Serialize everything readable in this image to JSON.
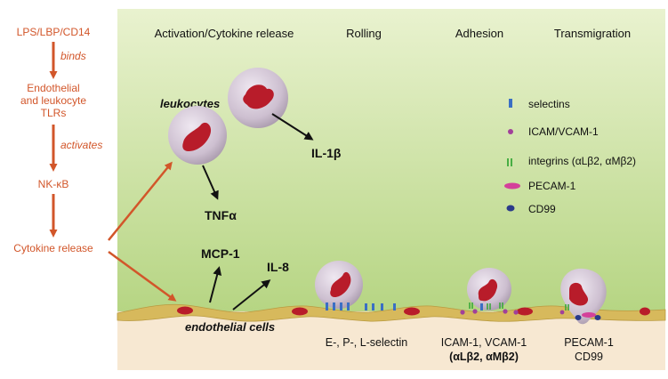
{
  "pathway": {
    "steps": [
      "LPS/LBP/CD14",
      "Endothelial",
      "and leukocyte",
      "TLRs",
      "NK-κB",
      "Cytokine release"
    ],
    "verbs": [
      "binds",
      "activates"
    ]
  },
  "stages": [
    "Activation/Cytokine release",
    "Rolling",
    "Adhesion",
    "Transmigration"
  ],
  "labels": {
    "leukocytes": "leukocytes",
    "endothelial": "endothelial cells",
    "tnf": "TNFα",
    "il1b": "IL-1β",
    "mcp1": "MCP-1",
    "il8": "IL-8"
  },
  "legend": [
    {
      "icon": "selectin-icon",
      "label": "selectins",
      "color": "#3a6fc4"
    },
    {
      "icon": "icam-icon",
      "label": "ICAM/VCAM-1",
      "color": "#a1409a"
    },
    {
      "icon": "integrin-icon",
      "label": "integrins (αLβ2, αMβ2)",
      "color": "#3aa83a"
    },
    {
      "icon": "pecam-icon",
      "label": "PECAM-1",
      "color": "#d4409a"
    },
    {
      "icon": "cd99-icon",
      "label": "CD99",
      "color": "#2a3a8a"
    }
  ],
  "bottom": {
    "rolling": "E-, P-, L-selectin",
    "adhesion1": "ICAM-1, VCAM-1",
    "adhesion2": "(αLβ2, αMβ2)",
    "trans1": "PECAM-1",
    "trans2": "CD99"
  },
  "colors": {
    "orange": "#d2562a",
    "panel_top": "#e8f0cc",
    "panel_bottom": "#a9cf6e",
    "floor": "#f6e6cf",
    "cell": "#c9bdcc",
    "nucleus": "#b81c2a",
    "endothelium": "#d5b458"
  }
}
